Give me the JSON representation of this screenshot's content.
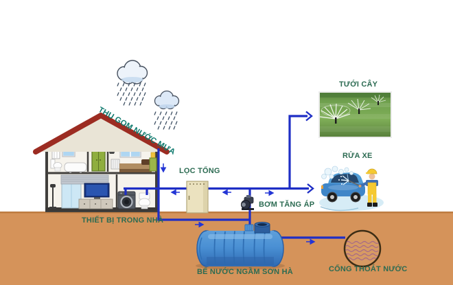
{
  "diagram": {
    "labels": {
      "rain_collection": "THU GOM NƯỚC MƯA",
      "filter": "LỌC TỔNG",
      "booster_pump": "BƠM TĂNG ÁP",
      "indoor_equipment": "THIẾT BỊ TRONG NHÀ",
      "underground_tank": "BỂ NƯỚC NGẦM SƠN HÀ",
      "plant_watering": "TƯỚI CÂY",
      "car_wash": "RỬA XE",
      "drainage": "CỐNG THOÁT NƯỚC"
    },
    "colors": {
      "pipe_blue": "#1e2ec5",
      "label_green": "#2c6b52",
      "roof_label_teal": "#0f7a6e",
      "soil_orange": "#d5935a",
      "roof_red": "#9c2c22",
      "tank_blue": "#4a90d4",
      "filter_beige": "#ebe2bf",
      "drain_wave": "#a4688a"
    }
  }
}
